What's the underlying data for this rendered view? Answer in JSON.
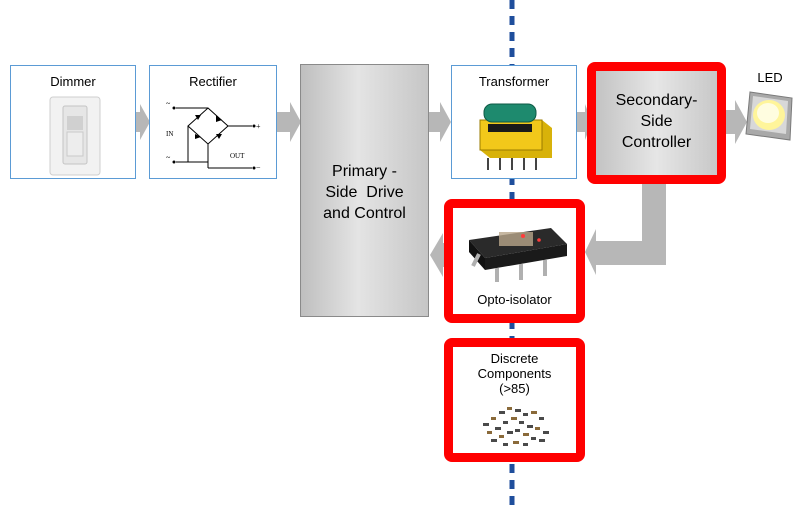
{
  "colors": {
    "divider": "#1f4e9c",
    "box_border": "#5b9bd5",
    "highlight": "#ff0000",
    "arrow": "#b7b7b7",
    "primary_fill": "#d9d9d9"
  },
  "blocks": {
    "dimmer": {
      "label": "Dimmer"
    },
    "rectifier": {
      "label": "Rectifier",
      "in_label": "IN",
      "out_label": "OUT"
    },
    "primary": {
      "line1": "Primary -",
      "line2": "Side  Drive",
      "line3": "and Control"
    },
    "transformer": {
      "label": "Transformer"
    },
    "secondary": {
      "line1": "Secondary-",
      "line2": "Side",
      "line3": "Controller"
    },
    "led": {
      "label": "LED"
    },
    "opto": {
      "label": "Opto-isolator"
    },
    "discrete": {
      "line1": "Discrete",
      "line2": "Components",
      "line3": "(>85)"
    }
  },
  "icons": [
    "dimmer-switch-icon",
    "bridge-rectifier-icon",
    "transformer-icon",
    "led-chip-icon",
    "opto-isolator-chip-icon",
    "discrete-components-icon"
  ]
}
